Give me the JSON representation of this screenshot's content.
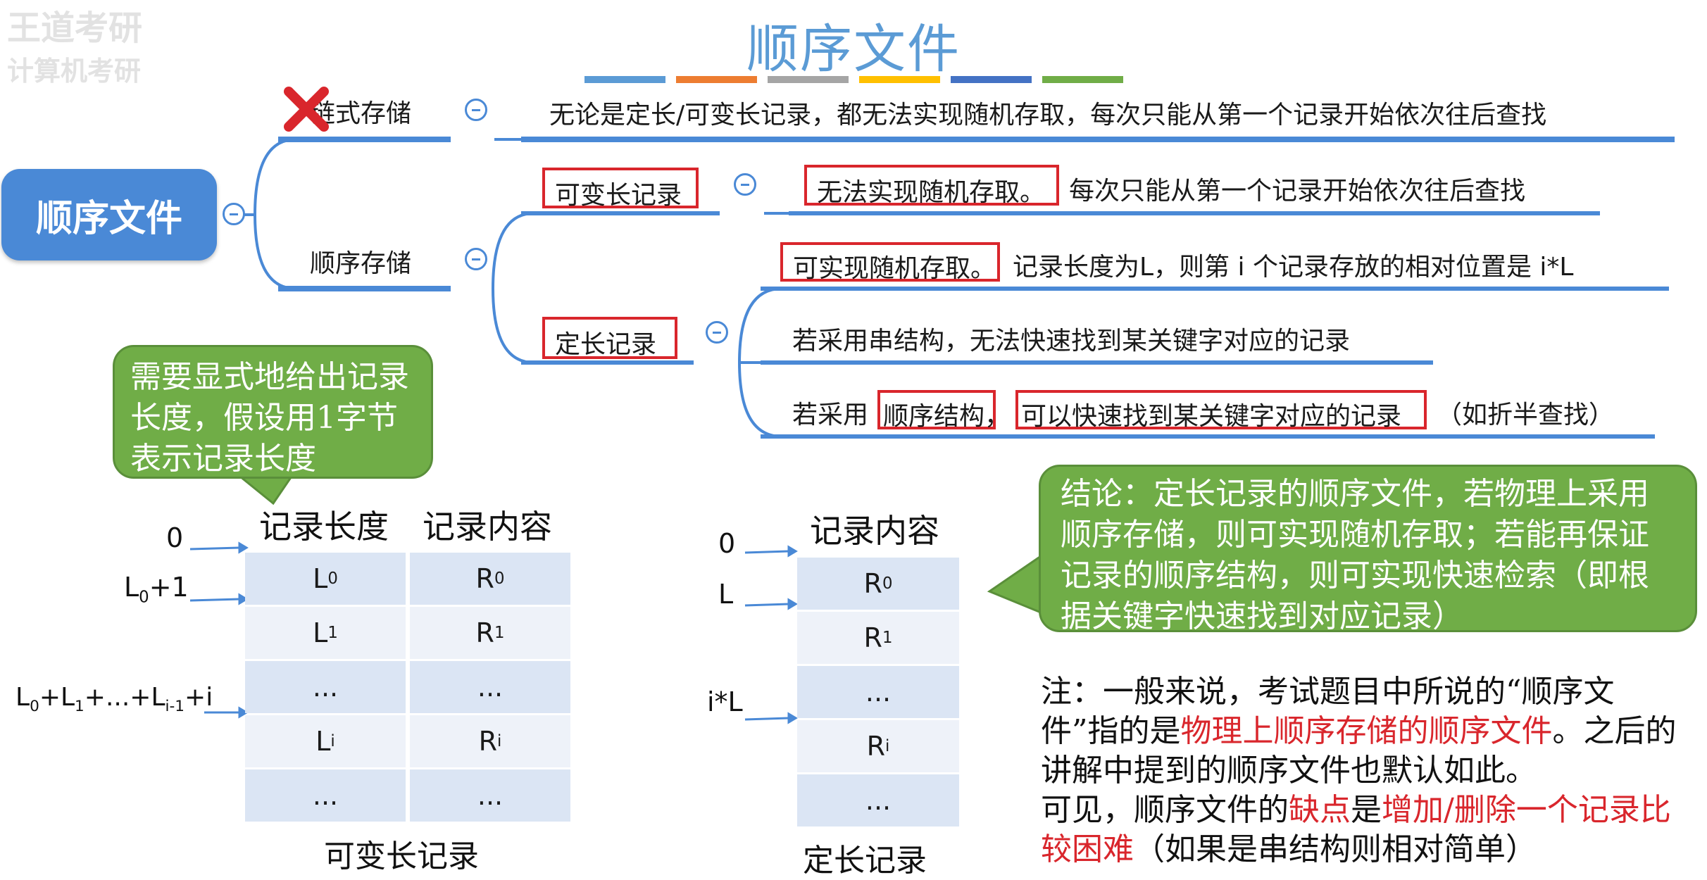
{
  "watermark": {
    "line1": "王道考研",
    "line2": "计算机考研"
  },
  "title": "顺序文件",
  "title_bar_colors": [
    "#5b9bd5",
    "#ed7d31",
    "#a5a5a5",
    "#ffc000",
    "#4472c4",
    "#70ad47"
  ],
  "colors": {
    "accent": "#4a89d6",
    "highlight_red": "#d9262c",
    "bubble_green": "#70ad47"
  },
  "root": {
    "label": "顺序文件"
  },
  "branches": {
    "linked": {
      "label": "链式存储",
      "strike_icon": "red-x-icon",
      "detail": "无论是定长/可变长记录，都无法实现随机存取，每次只能从第一个记录开始依次往后查找"
    },
    "sequential": {
      "label": "顺序存储",
      "variable": {
        "label": "可变长记录",
        "detail_boxed": "无法实现随机存取。",
        "detail_rest": "每次只能从第一个记录开始依次往后查找"
      },
      "fixed": {
        "label": "定长记录",
        "item1_boxed": "可实现随机存取。",
        "item1_rest": "记录长度为L，则第 i 个记录存放的相对位置是 i*L",
        "item2": "若采用串结构，无法快速找到某关键字对应的记录",
        "item3_pre": "若采用",
        "item3_boxed1": "顺序结构，",
        "item3_boxed2": "可以快速找到某关键字对应的记录",
        "item3_post": "（如折半查找）"
      }
    }
  },
  "bubble_left": "需要显式地给出记录长度，假设用1字节表示记录长度",
  "bubble_right": "结论：定长记录的顺序文件，若物理上采用顺序存储，则可实现随机存取；若能再保证记录的顺序结构，则可实现快速检索（即根据关键字快速找到对应记录）",
  "table_variable": {
    "headers": [
      "记录长度",
      "记录内容"
    ],
    "offsets": [
      "0",
      "L0+1",
      "L0+L1+...+Li-1+i"
    ],
    "rows": [
      [
        "L0",
        "R0"
      ],
      [
        "L1",
        "R1"
      ],
      [
        "...",
        "..."
      ],
      [
        "Li",
        "Ri"
      ],
      [
        "...",
        "..."
      ]
    ],
    "caption": "可变长记录"
  },
  "table_fixed": {
    "header": "记录内容",
    "offsets": [
      "0",
      "L",
      "i*L"
    ],
    "rows": [
      "R0",
      "R1",
      "...",
      "Ri",
      "..."
    ],
    "caption": "定长记录"
  },
  "note": {
    "p1": "注：一般来说，考试题目中所说的“顺序文件”指的是",
    "p1_red": "物理上顺序存储的顺序文件",
    "p2": "。之后的讲解中提到的顺序文件也默认如此。",
    "p3": "可见，顺序文件的",
    "p3_red1": "缺点",
    "p3_mid": "是",
    "p3_red2": "增加/删除一个记录比较困难",
    "p3_end": "（如果是串结构则相对简单）"
  }
}
